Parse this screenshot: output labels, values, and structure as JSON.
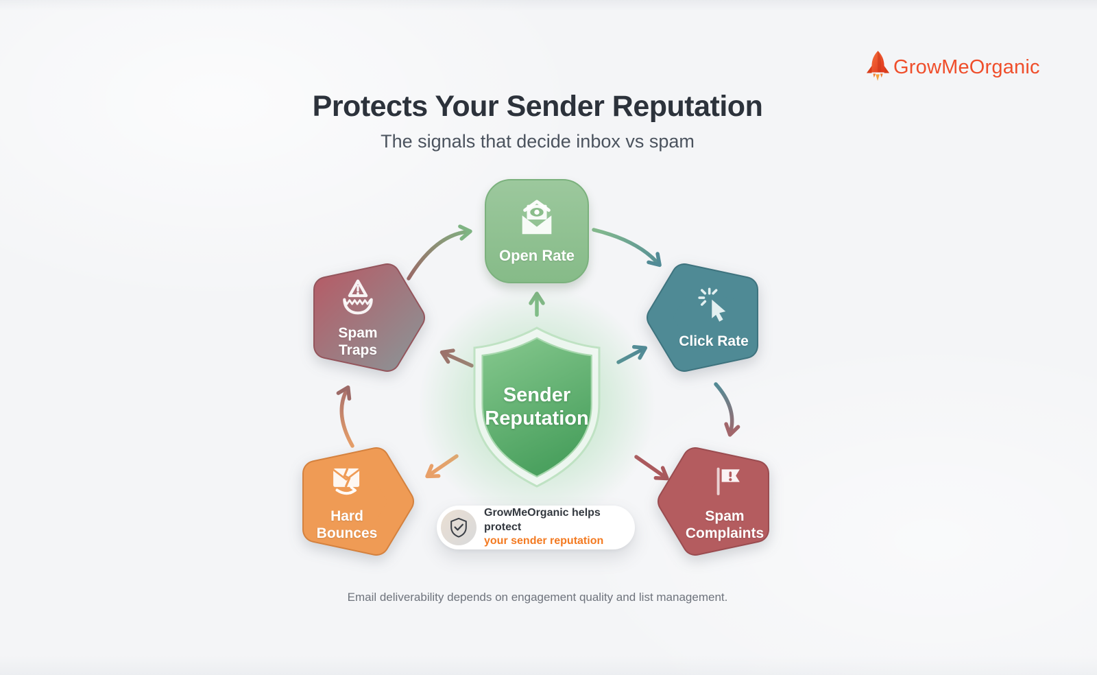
{
  "page": {
    "title": "Protects Your Sender Reputation",
    "subtitle": "The signals that decide inbox vs spam",
    "footer": "Email deliverability depends on engagement quality and list management."
  },
  "logo": {
    "text": "GrowMeOrganic",
    "icon": "rocket-icon",
    "color": "#ef4e2b"
  },
  "center": {
    "line1": "Sender",
    "line2": "Reputation",
    "icon": "shield-icon"
  },
  "nodes": {
    "open_rate": {
      "label": "Open Rate",
      "icon": "open-email-eye-icon",
      "color": "#8fc190"
    },
    "click_rate": {
      "label": "Click Rate",
      "icon": "cursor-click-icon",
      "color": "#4f8a95"
    },
    "spam_traps": {
      "line1": "Spam",
      "line2": "Traps",
      "icon": "bear-trap-warning-icon",
      "color_from": "#b2606a",
      "color_to": "#8e9093"
    },
    "hard_bounces": {
      "line1": "Hard",
      "line2": "Bounces",
      "icon": "broken-email-bounce-icon",
      "color": "#ef9b55"
    },
    "spam_complaints": {
      "line1": "Spam",
      "line2": "Complaints",
      "icon": "flag-alert-icon",
      "color": "#b45c5f"
    }
  },
  "pill": {
    "line1": "GrowMeOrganic helps protect",
    "line2": "your sender reputation",
    "icon": "shield-check-icon",
    "accent": "#f37a21"
  },
  "flow": [
    "hard_bounces -> spam_traps",
    "spam_traps -> open_rate",
    "open_rate -> click_rate",
    "click_rate -> spam_complaints",
    "shield -> open_rate",
    "shield -> spam_traps",
    "shield -> click_rate",
    "shield -> hard_bounces",
    "shield -> spam_complaints"
  ],
  "palette": {
    "background": "#f3f4f6",
    "title": "#2c323b",
    "subtitle": "#4b535e",
    "footer": "#6e737c",
    "shield_green_light": "#85c78d",
    "shield_green_dark": "#4ba15f",
    "arrow_green": "#7fb483",
    "arrow_teal": "#528b96",
    "arrow_maroon": "#a2666b",
    "arrow_orange": "#e8a069"
  }
}
